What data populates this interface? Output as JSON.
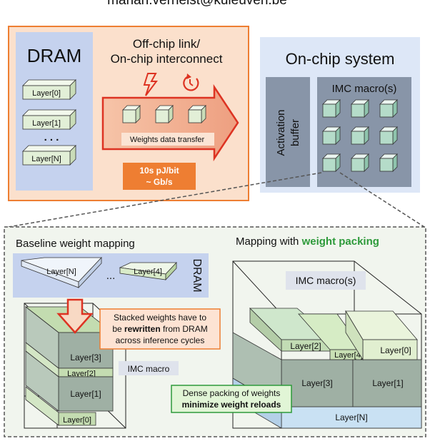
{
  "header_email": "marian.verhelst@kuleuven.be",
  "top": {
    "dram_title": "DRAM",
    "dram_layers": [
      "Layer[0]",
      "Layer[1]",
      "Layer[N]"
    ],
    "dram_ellipsis": ". . .",
    "link_title_1": "Off-chip link/",
    "link_title_2": "On-chip interconnect",
    "transfer_label": "Weights data transfer",
    "cost_1": "10s pJ/bit",
    "cost_2": "~ Gb/s",
    "onchip_title": "On-chip system",
    "activation_1": "Activation",
    "activation_2": "buffer",
    "imc_title": "IMC macro(s)",
    "icons": [
      "lightning-icon",
      "clock-icon"
    ]
  },
  "bottom": {
    "baseline_title": "Baseline weight mapping",
    "baseline_dram_layers": [
      "Layer[N]",
      "Layer[4]"
    ],
    "baseline_ellipsis": "...",
    "baseline_dram_label": "DRAM",
    "baseline_stack": [
      "Layer[3]",
      "Layer[2]",
      "Layer[1]",
      "Layer[0]"
    ],
    "imc_macro_label": "IMC macro",
    "note_1": "Stacked weights have to",
    "note_2a": "be ",
    "note_2b": "rewritten",
    "note_2c": " from DRAM",
    "note_3": "across inference cycles",
    "packing_title_a": "Mapping with ",
    "packing_title_b": "weight packing",
    "packing_imc_label": "IMC macro(s)",
    "packing_layers": [
      "Layer[2]",
      "Layer[4]",
      "Layer[0]",
      "Layer[3]",
      "Layer[1]",
      "Layer[N]"
    ],
    "dense_1": "Dense packing of weights",
    "dense_2": "minimize weight reloads"
  },
  "colors": {
    "dram_panel": "#c5d2ee",
    "orange_panel": "#fbe0cc",
    "orange_border": "#ee7e32",
    "onchip_panel": "#dde7f7",
    "grey_panel": "#8895a8",
    "layer_green": "#e4f2d8",
    "red_arrow": "#dd3322",
    "green_text": "#2d9a3a"
  }
}
